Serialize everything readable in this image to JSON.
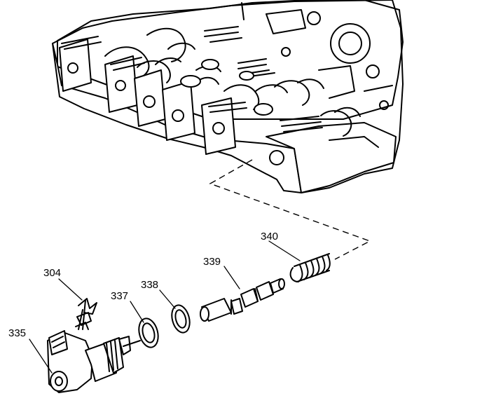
{
  "callouts": {
    "c304": "304",
    "c335": "335",
    "c337": "337",
    "c338": "338",
    "c339": "339",
    "c340": "340"
  }
}
